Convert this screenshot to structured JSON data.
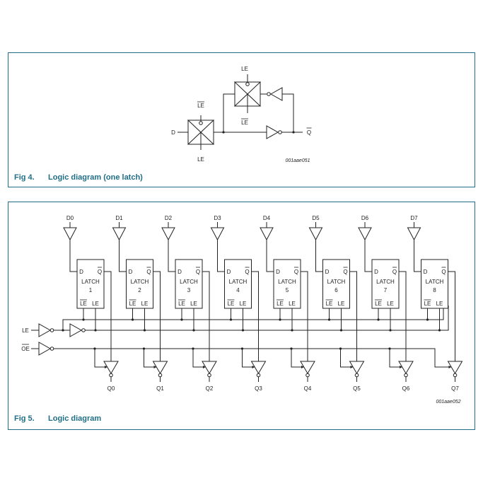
{
  "figures": [
    {
      "number": "Fig 4.",
      "title": "Logic diagram (one latch)",
      "ref_code": "001aae051",
      "labels": {
        "input": "D",
        "output": "Q",
        "le": "LE",
        "le_bar": "LE"
      }
    },
    {
      "number": "Fig 5.",
      "title": "Logic diagram",
      "ref_code": "001aae052",
      "inputs": [
        "D0",
        "D1",
        "D2",
        "D3",
        "D4",
        "D5",
        "D6",
        "D7"
      ],
      "outputs": [
        "Q0",
        "Q1",
        "Q2",
        "Q3",
        "Q4",
        "Q5",
        "Q6",
        "Q7"
      ],
      "latches": [
        {
          "name": "LATCH",
          "index": "1"
        },
        {
          "name": "LATCH",
          "index": "2"
        },
        {
          "name": "LATCH",
          "index": "3"
        },
        {
          "name": "LATCH",
          "index": "4"
        },
        {
          "name": "LATCH",
          "index": "5"
        },
        {
          "name": "LATCH",
          "index": "6"
        },
        {
          "name": "LATCH",
          "index": "7"
        },
        {
          "name": "LATCH",
          "index": "8"
        }
      ],
      "latch_pins": {
        "d": "D",
        "q": "Q",
        "le_bar": "LE",
        "le": "LE"
      },
      "control_inputs": {
        "le": "LE",
        "oe": "OE"
      }
    }
  ],
  "colors": {
    "accent": "#1f6e86",
    "line": "#222222"
  }
}
